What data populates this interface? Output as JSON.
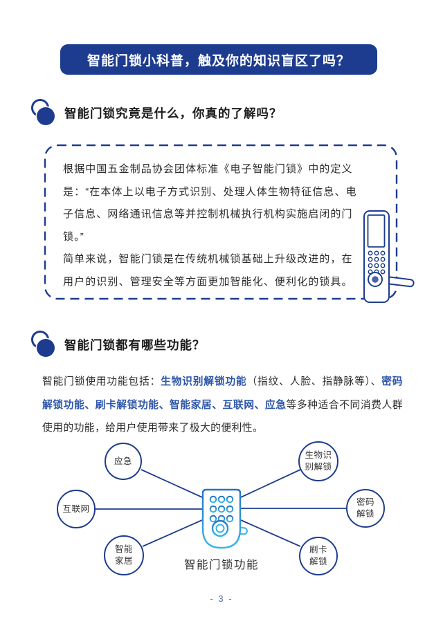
{
  "banner": {
    "title": "智能门锁小科普，触及你的知识盲区了吗？"
  },
  "section1": {
    "heading": "智能门锁究竟是什么，你真的了解吗？",
    "box_lines": [
      "根据中国五金制品协会团体标准《电子智能门锁》中的定义",
      "是：“在本体上以电子方式识别、处理人体生物特征信息、电",
      "子信息、网络通讯信息等并控制机械执行机构实施启闭的门",
      "锁。”",
      "简单来说，智能门锁是在传统机械锁基础上升级改进的，在",
      "用户的识别、管理安全等方面更加智能化、便利化的锁具。"
    ]
  },
  "section2": {
    "heading": "智能门锁都有哪些功能？",
    "paragraph_segments": [
      {
        "text": "智能门锁使用功能包括：",
        "style": "normal"
      },
      {
        "text": "生物识别解锁功能",
        "style": "blue"
      },
      {
        "text": "（指纹、人脸、指静脉等）、",
        "style": "normal"
      },
      {
        "text": "密码解锁功能、刷卡解锁功能、智能家居、互联网、应急",
        "style": "blue"
      },
      {
        "text": "等多种适合不同消费人群使用的功能，给用户使用带来了极大的便利性。",
        "style": "normal"
      }
    ]
  },
  "diagram": {
    "caption": "智能门锁功能",
    "nodes": [
      {
        "label": "应急"
      },
      {
        "label": "互联网"
      },
      {
        "label": "智能\n家居"
      },
      {
        "label": "生物识\n别解锁"
      },
      {
        "label": "密码\n解锁"
      },
      {
        "label": "刷卡\n解锁"
      }
    ]
  },
  "page": {
    "number": "- 3 -"
  },
  "colors": {
    "navy": "#1d3c8f",
    "accent_blue": "#2d55a8",
    "lock_gradient_top": "#2273c4",
    "lock_gradient_bottom": "#36b5e8",
    "body_text": "#2c2c2c",
    "page_number": "#5b6ca6"
  }
}
